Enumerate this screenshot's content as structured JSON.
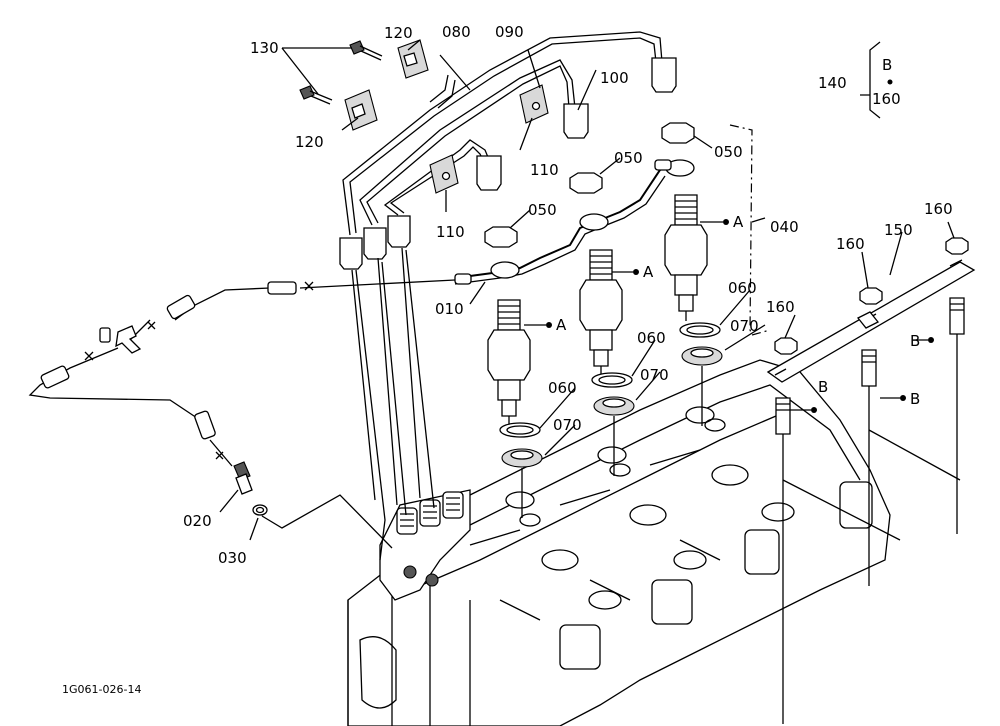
{
  "figure_code": "1G061-026-14",
  "parts": {
    "p010": "010",
    "p020": "020",
    "p030": "030",
    "p040": "040",
    "p050": "050",
    "p060": "060",
    "p070": "070",
    "p080": "080",
    "p090": "090",
    "p100": "100",
    "p110": "110",
    "p120": "120",
    "p130": "130",
    "p140": "140",
    "p150": "150",
    "p160": "160"
  },
  "markers": {
    "a": "A",
    "b": "B"
  },
  "group_note": {
    "key": "140",
    "letter": "B",
    "sep": "•",
    "value": "160"
  }
}
